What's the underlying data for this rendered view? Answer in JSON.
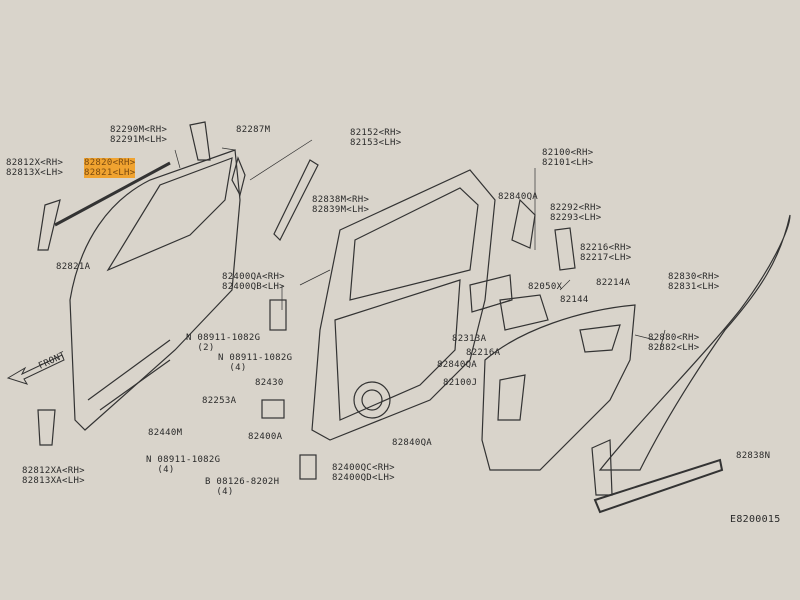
{
  "diagram_code": "E8200015",
  "front_label": "FRONT",
  "labels": {
    "p82290": [
      "82290M<RH>",
      "82291M<LH>"
    ],
    "p82287": "82287M",
    "p82152": [
      "82152<RH>",
      "82153<LH>"
    ],
    "p82100": [
      "82100<RH>",
      "82101<LH>"
    ],
    "p82812x": [
      "82812X<RH>",
      "82813X<LH>"
    ],
    "p82820": [
      "82820<RH>",
      "82821<LH>"
    ],
    "p82838m": [
      "82838M<RH>",
      "82839M<LH>"
    ],
    "p82840qa_top": "82840QA",
    "p82292": [
      "82292<RH>",
      "82293<LH>"
    ],
    "p82821a": "82821A",
    "p82400qa": [
      "82400QA<RH>",
      "82400QB<LH>"
    ],
    "p82216": [
      "82216<RH>",
      "82217<LH>"
    ],
    "p82214a": "82214A",
    "p82830": [
      "82830<RH>",
      "82831<LH>"
    ],
    "p82050x": "82050X",
    "p82144": "82144",
    "p08911_top": [
      "N 08911-1082G",
      "  (2)"
    ],
    "p82313a": "82313A",
    "p82216a": "82216A",
    "p82880": [
      "82880<RH>",
      "82882<LH>"
    ],
    "p08911_mid": [
      "N 08911-1082G",
      "  (4)"
    ],
    "p82840qa_mid": "82840QA",
    "p82430": "82430",
    "p82100j": "82100J",
    "p82253a": "82253A",
    "p82440m": "82440M",
    "p82400a": "82400A",
    "p82840qa_bot": "82840QA",
    "p82838n": "82838N",
    "p08911_bot": [
      "N 08911-1082G",
      "  (4)"
    ],
    "p82400qc": [
      "82400QC<RH>",
      "82400QD<LH>"
    ],
    "p82812xa": [
      "82812XA<RH>",
      "82813XA<LH>"
    ],
    "p08126": [
      "B 08126-8202H",
      "  (4)"
    ]
  }
}
